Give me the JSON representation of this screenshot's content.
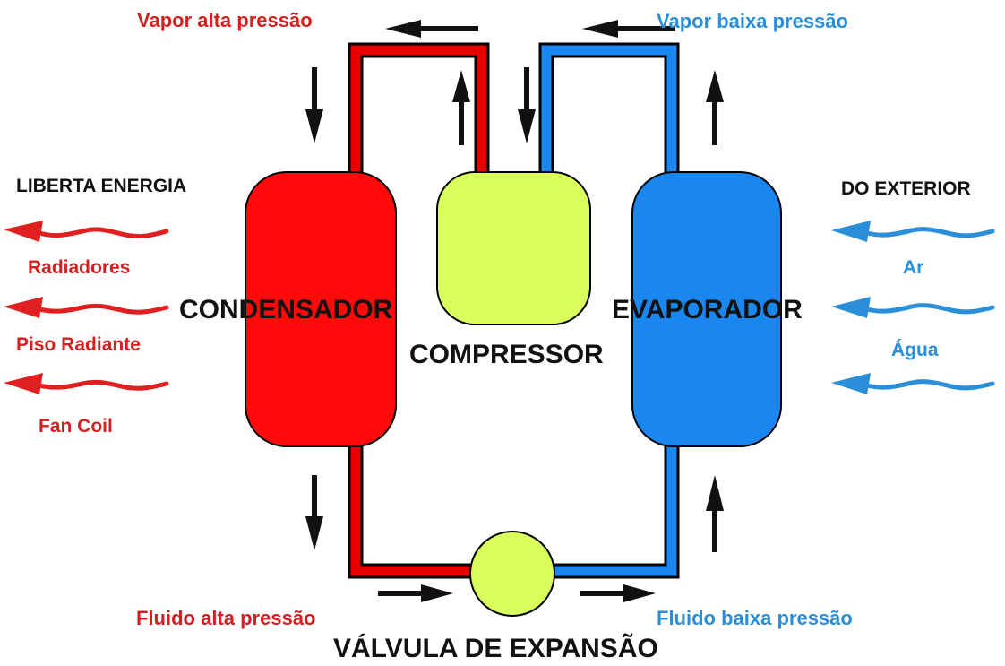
{
  "colors": {
    "hot": "#e60000",
    "hot_text": "#d42020",
    "cold": "#1a86f0",
    "cold_text": "#2a8fd8",
    "compressor": "#d9ff5c",
    "black": "#111111"
  },
  "labels": {
    "vapor_high": "Vapor alta pressão",
    "vapor_low": "Vapor baixa pressão",
    "fluid_high": "Fluido alta pressão",
    "fluid_low": "Fluido baixa pressão",
    "release_energy": "LIBERTA ENERGIA",
    "from_outside": "DO EXTERIOR"
  },
  "components": {
    "condenser": "CONDENSADOR",
    "compressor": "COMPRESSOR",
    "evaporator": "EVAPORADOR",
    "expansion_valve": "VÁLVULA DE EXPANSÃO"
  },
  "outputs": [
    "Radiadores",
    "Piso Radiante",
    "Fan Coil"
  ],
  "inputs": [
    "Ar",
    "Água"
  ],
  "icons": {
    "flow_arrow": "flow-arrow-icon",
    "heat_wave": "heat-wave-arrow-icon"
  }
}
